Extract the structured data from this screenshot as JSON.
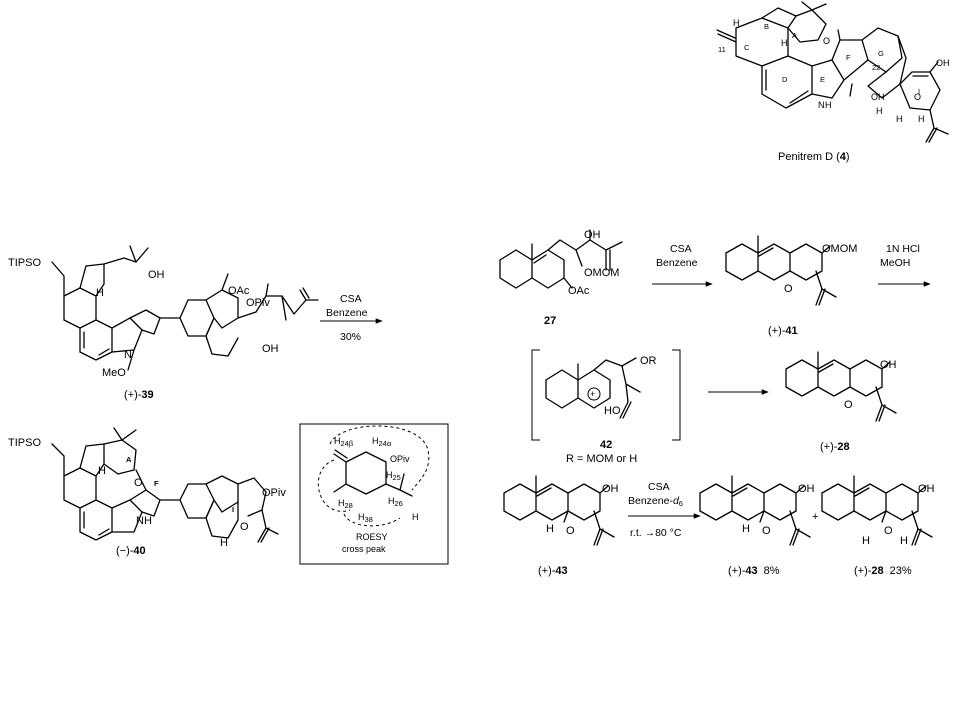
{
  "penitrem": {
    "caption": "Penitrem D (",
    "num": "4",
    "close": ")",
    "ring_labels": [
      "A",
      "B",
      "C",
      "D",
      "E",
      "F",
      "G",
      "I"
    ],
    "locants": [
      "11",
      "22"
    ],
    "atoms": [
      "H",
      "H",
      "O",
      "N",
      "H",
      "OH",
      "H",
      "O",
      "OH",
      "H",
      "H",
      "H"
    ]
  },
  "left": {
    "c39": {
      "tipso": "TIPSO",
      "oh": "OH",
      "h": "H",
      "oac": "OAc",
      "opiv": "OPiv",
      "oh2": "OH",
      "n": "N",
      "meo": "MeO",
      "prefix": "(+)-",
      "num": "39"
    },
    "reagent": {
      "line1": "CSA",
      "line2": "Benzene",
      "yield": "30%"
    },
    "c40": {
      "tipso": "TIPSO",
      "ring_a": "A",
      "ring_f": "F",
      "ring_i": "I",
      "o": "O",
      "h": "H",
      "nh": "N",
      "nh_h": "H",
      "me": "H",
      "o2": "O",
      "opiv": "OPiv",
      "prefix": "(−)-",
      "num": "40"
    },
    "roesy": {
      "h24b": "H",
      "h24b_sub": "24β",
      "h24a": "H",
      "h24a_sub": "24α",
      "opiv": "OPiv",
      "h25": "H",
      "h25_sub": "25",
      "h28": "H",
      "h28_sub": "28",
      "h26": "H",
      "h26_sub": "26",
      "h38": "H",
      "h38_sub": "38",
      "h": "H",
      "title1": "ROESY",
      "title2": "cross peak"
    }
  },
  "right": {
    "c27": {
      "oh": "OH",
      "omom": "OMOM",
      "oac": "OAc",
      "num": "27"
    },
    "reagent1": {
      "line1": "CSA",
      "line2": "Benzene"
    },
    "c41": {
      "omom": "OMOM",
      "o": "O",
      "prefix": "(+)-",
      "num": "41"
    },
    "reagent2": {
      "line1": "1N HCl",
      "line2": "MeOH"
    },
    "c42": {
      "or": "OR",
      "ho": "HO",
      "charge": "+",
      "num": "42",
      "r_def": "R = MOM or H"
    },
    "c28": {
      "oh": "OH",
      "o": "O",
      "prefix": "(+)-",
      "num": "28"
    },
    "c43": {
      "oh": "OH",
      "o": "O",
      "h": "H",
      "prefix": "(+)-",
      "num": "43"
    },
    "reagent3": {
      "line1": "CSA",
      "line2": "Benzene-",
      "d": "d",
      "d_sub": "6",
      "temp": "r.t. →80 °C"
    },
    "prod43": {
      "oh": "OH",
      "o": "O",
      "h": "H",
      "prefix": "(+)-",
      "num": "43",
      "yield": "8%"
    },
    "plus": "+",
    "prod28": {
      "oh": "OH",
      "o": "O",
      "h": "H",
      "h2": "H",
      "prefix": "(+)-",
      "num": "28",
      "yield": "23%"
    }
  }
}
